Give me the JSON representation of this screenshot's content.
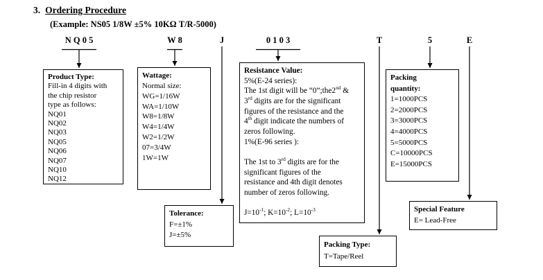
{
  "heading": {
    "number": "3.",
    "title": "Ordering Procedure",
    "example": "(Example: NS05 1/8W ±5% 10KΩ T/R-5000)"
  },
  "codes": [
    {
      "label": "N Q 0 5"
    },
    {
      "label": "W 8"
    },
    {
      "label": "J"
    },
    {
      "label": "0 1 0 3"
    },
    {
      "label": "T"
    },
    {
      "label": "5"
    },
    {
      "label": "E"
    }
  ],
  "boxes": {
    "product_type": {
      "title": "Product Type:",
      "lines": [
        "Fill-in 4 digits with",
        "the chip resistor",
        "type as follows:",
        "NQ01",
        "NQ02",
        "NQ03",
        "NQ05",
        "NQ06",
        "NQ07",
        "NQ10",
        "NQ12"
      ]
    },
    "wattage": {
      "title": "Wattage:",
      "lines": [
        "Normal size:",
        "WG=1/16W",
        "WA=1/10W",
        "W8=1/8W",
        "W4=1/4W",
        "W2=1/2W",
        "07=3/4W",
        "1W=1W"
      ]
    },
    "tolerance": {
      "title": "Tolerance:",
      "lines": [
        "F=±1%",
        "J=±5%"
      ]
    },
    "resistance": {
      "title": "Resistance Value:",
      "body": [
        [
          {
            "t": "5%(E-24 series):"
          }
        ],
        [
          {
            "t": "The 1st digit will be “0”;the2"
          },
          {
            "t": "nd",
            "sup": true
          },
          {
            "t": " &"
          }
        ],
        [
          {
            "t": "3"
          },
          {
            "t": "rd",
            "sup": true
          },
          {
            "t": " digits are for the significant"
          }
        ],
        [
          {
            "t": "figures of the resistance and the"
          }
        ],
        [
          {
            "t": "4"
          },
          {
            "t": "th",
            "sup": true
          },
          {
            "t": " digit indicate the numbers of"
          }
        ],
        [
          {
            "t": "zeros following."
          }
        ],
        [
          {
            "t": "1%(E-96 series ):"
          }
        ],
        [],
        [
          {
            "t": "The 1st to 3"
          },
          {
            "t": "rd",
            "sup": true
          },
          {
            "t": " digits are for the"
          }
        ],
        [
          {
            "t": "significant figures of the"
          }
        ],
        [
          {
            "t": "resistance and 4th digit denotes"
          }
        ],
        [
          {
            "t": "number of zeros following."
          }
        ],
        [],
        [
          {
            "t": "J=10"
          },
          {
            "t": "-1",
            "sup": true
          },
          {
            "t": "; K=10"
          },
          {
            "t": "-2",
            "sup": true
          },
          {
            "t": "; L=10"
          },
          {
            "t": "-3",
            "sup": true
          }
        ]
      ]
    },
    "packing_type": {
      "title": "Packing Type:",
      "lines": [
        "T=Tape/Reel"
      ]
    },
    "packing_quantity": {
      "title": [
        "Packing",
        "quantity:"
      ],
      "lines": [
        "1=1000PCS",
        "2=2000PCS",
        "3=3000PCS",
        "4=4000PCS",
        "5=5000PCS",
        "C=10000PCS",
        "E=15000PCS"
      ]
    },
    "special_feature": {
      "title": "Special Feature",
      "lines": [
        "E= Lead-Free"
      ]
    }
  },
  "colors": {
    "ink": "#000000",
    "background": "#ffffff"
  }
}
